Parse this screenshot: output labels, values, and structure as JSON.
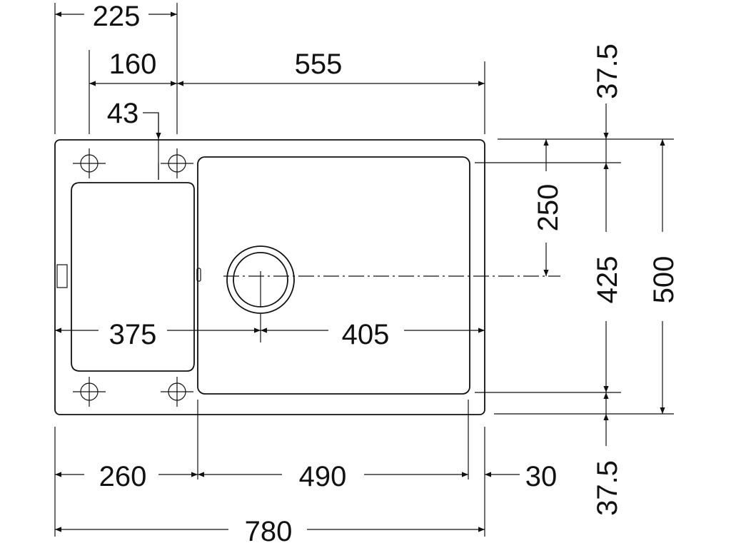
{
  "drawing": {
    "colors": {
      "line": "#111111",
      "background": "#ffffff"
    },
    "dimensions": {
      "top_overall_left": "225",
      "top_hole_spacing": "160",
      "top_bowl_width": "555",
      "top_hole_offset": "43",
      "right_top_margin": "37.5",
      "right_center_height": "250",
      "right_bowl_height": "425",
      "right_overall_height": "500",
      "right_bottom_margin": "37.5",
      "mid_left_to_drain": "375",
      "mid_drain_to_right": "405",
      "bottom_drainer_width": "260",
      "bottom_bowl_width": "490",
      "bottom_right_rim": "30",
      "bottom_overall_width": "780"
    }
  }
}
